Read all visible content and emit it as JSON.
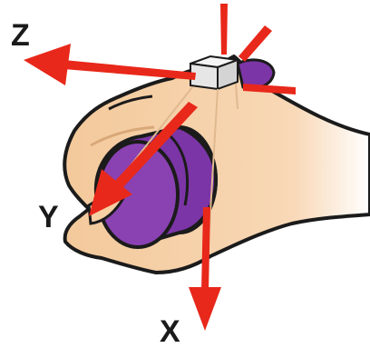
{
  "diagram": {
    "axes": [
      {
        "id": "z",
        "label": "Z"
      },
      {
        "id": "y",
        "label": "Y"
      },
      {
        "id": "x",
        "label": "X"
      }
    ],
    "colors": {
      "arrow": "#e8281a",
      "skin": "#f6cfa3",
      "skin_shadow": "#e7b583",
      "outline": "#1b1b1b",
      "object": "#7c35a6",
      "object_light": "#9a55c4",
      "sensor_box": "#eeeeee"
    }
  }
}
